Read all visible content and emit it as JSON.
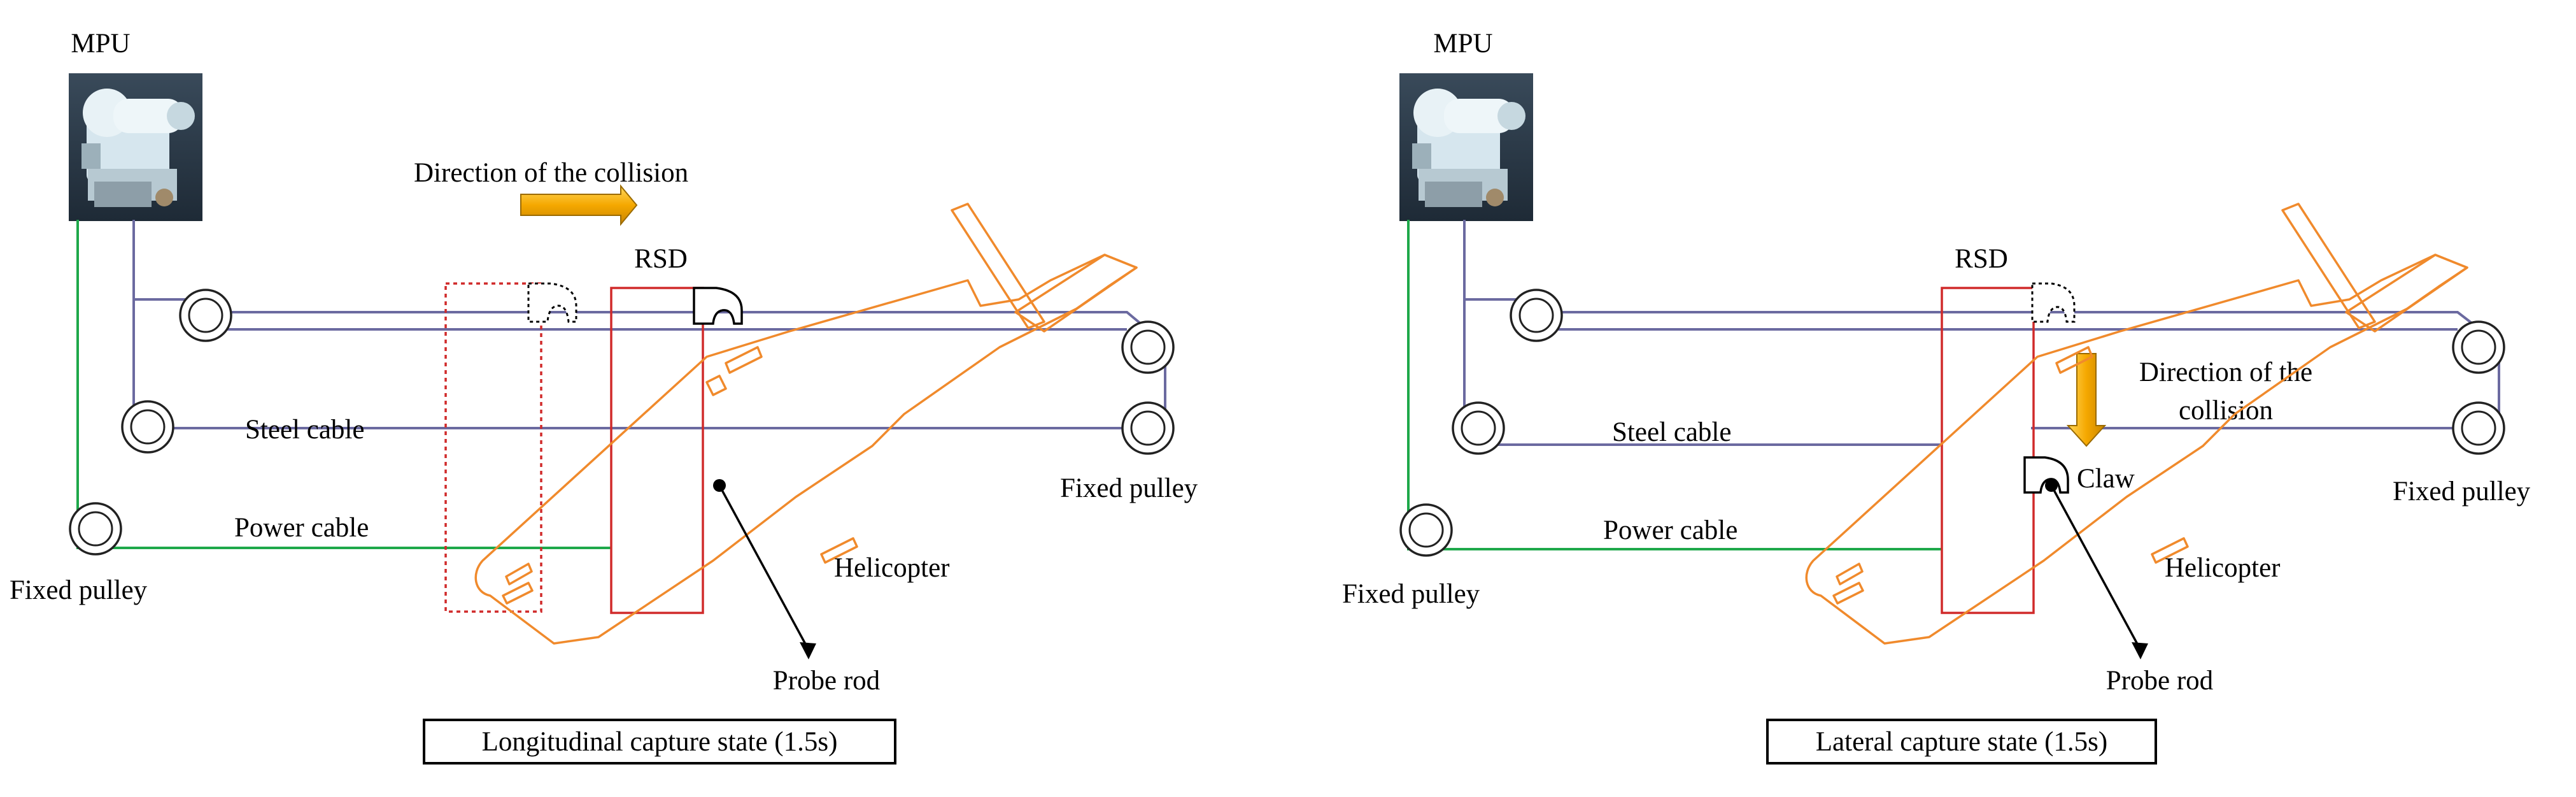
{
  "panels": [
    {
      "caption": "Longitudinal capture state (1.5s)",
      "labels": {
        "mpu": "MPU",
        "rsd": "RSD",
        "steel_cable": "Steel cable",
        "power_cable": "Power cable",
        "fixed_pulley_left": "Fixed pulley",
        "fixed_pulley_right": "Fixed pulley",
        "helicopter": "Helicopter",
        "probe_rod": "Probe rod",
        "direction": "Direction of the collision"
      }
    },
    {
      "caption": "Lateral capture state (1.5s)",
      "labels": {
        "mpu": "MPU",
        "rsd": "RSD",
        "steel_cable": "Steel cable",
        "power_cable": "Power cable",
        "fixed_pulley_left": "Fixed pulley",
        "fixed_pulley_right": "Fixed pulley",
        "helicopter": "Helicopter",
        "probe_rod": "Probe rod",
        "direction_line1": "Direction of the",
        "direction_line2": "collision",
        "claw": "Claw"
      }
    }
  ],
  "colors": {
    "steel_cable": "#6b6aa0",
    "power_cable": "#1ea84a",
    "rsd": "#d02a2a",
    "helicopter": "#f08a2c",
    "arrow": "#f5a800"
  },
  "icons": [
    "mpu-machine-icon",
    "direction-arrow-icon",
    "claw-icon"
  ]
}
